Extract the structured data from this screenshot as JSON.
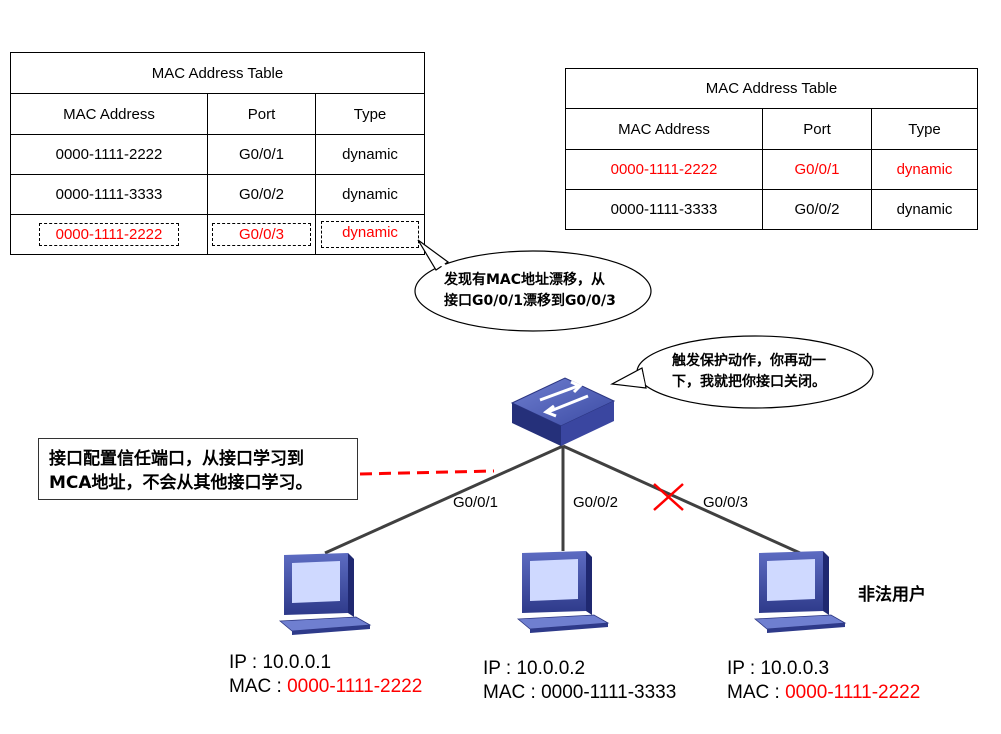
{
  "left_table": {
    "title": "MAC Address Table",
    "headers": [
      "MAC Address",
      "Port",
      "Type"
    ],
    "rows": [
      {
        "mac": "0000-1111-2222",
        "port": "G0/0/1",
        "type": "dynamic"
      },
      {
        "mac": "0000-1111-3333",
        "port": "G0/0/2",
        "type": "dynamic"
      },
      {
        "mac": "0000-1111-2222",
        "port": "G0/0/3",
        "type": "dynamic"
      }
    ]
  },
  "right_table": {
    "title": "MAC Address Table",
    "headers": [
      "MAC Address",
      "Port",
      "Type"
    ],
    "rows": [
      {
        "mac": "0000-1111-2222",
        "port": "G0/0/1",
        "type": "dynamic"
      },
      {
        "mac": "0000-1111-3333",
        "port": "G0/0/2",
        "type": "dynamic"
      }
    ]
  },
  "bubble_drift": {
    "line1": "发现有MAC地址漂移，从",
    "line2": "接口G0/0/1漂移到G0/0/3"
  },
  "bubble_protect": {
    "line1": "触发保护动作，你再动一",
    "line2": "下，我就把你接口关闭。"
  },
  "note": {
    "line1": "接口配置信任端口，从接口学习到",
    "line2": "MCA地址，不会从其他接口学习。"
  },
  "ports": [
    "G0/0/1",
    "G0/0/2",
    "G0/0/3"
  ],
  "illegal_user_label": "非法用户",
  "hosts": [
    {
      "ip_label": "IP : 10.0.0.1",
      "mac_prefix": "MAC : ",
      "mac": "0000-1111-2222",
      "mac_color": "#ff0000"
    },
    {
      "ip_label": "IP : 10.0.0.2",
      "mac_prefix": "MAC : ",
      "mac": "0000-1111-3333",
      "mac_color": "#000000"
    },
    {
      "ip_label": "IP : 10.0.0.3",
      "mac_prefix": "MAC : ",
      "mac": "0000-1111-2222",
      "mac_color": "#ff0000"
    }
  ],
  "colors": {
    "highlight": "#ff0000",
    "switch": "#3a4a9e",
    "pc": "#3c4aa0"
  },
  "icons": {
    "switch": "switch-icon",
    "pc": "pc-icon",
    "block": "x-mark-icon"
  }
}
